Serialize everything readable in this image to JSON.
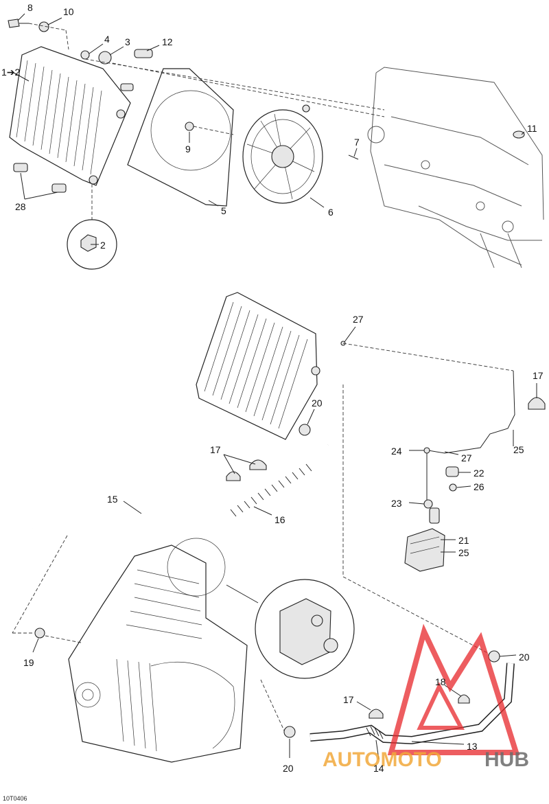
{
  "figure_ref": "10T0406",
  "callouts": {
    "c8": "8",
    "c10": "10",
    "c4": "4",
    "c3": "3",
    "c12": "12",
    "c1_2": "1➔2",
    "c9": "9",
    "c11": "11",
    "c7": "7",
    "c5": "5",
    "c6": "6",
    "c28": "28",
    "c2": "2",
    "c27a": "27",
    "c17a": "17",
    "c20a": "20",
    "c17b": "17",
    "c15": "15",
    "c16": "16",
    "c24": "24",
    "c27b": "27",
    "c25a": "25",
    "c22": "22",
    "c26": "26",
    "c23": "23",
    "c21": "21",
    "c25b": "25",
    "c19": "19",
    "c20b": "20",
    "c18": "18",
    "c17c": "17",
    "c13": "13",
    "c14": "14",
    "c20c": "20"
  },
  "watermark": {
    "brand_part1": "AUTOMOTO",
    "brand_part2": "HUB",
    "color_red": "#e8282b",
    "color_orange": "#f2a93b",
    "color_gray": "#6b6b6b"
  }
}
